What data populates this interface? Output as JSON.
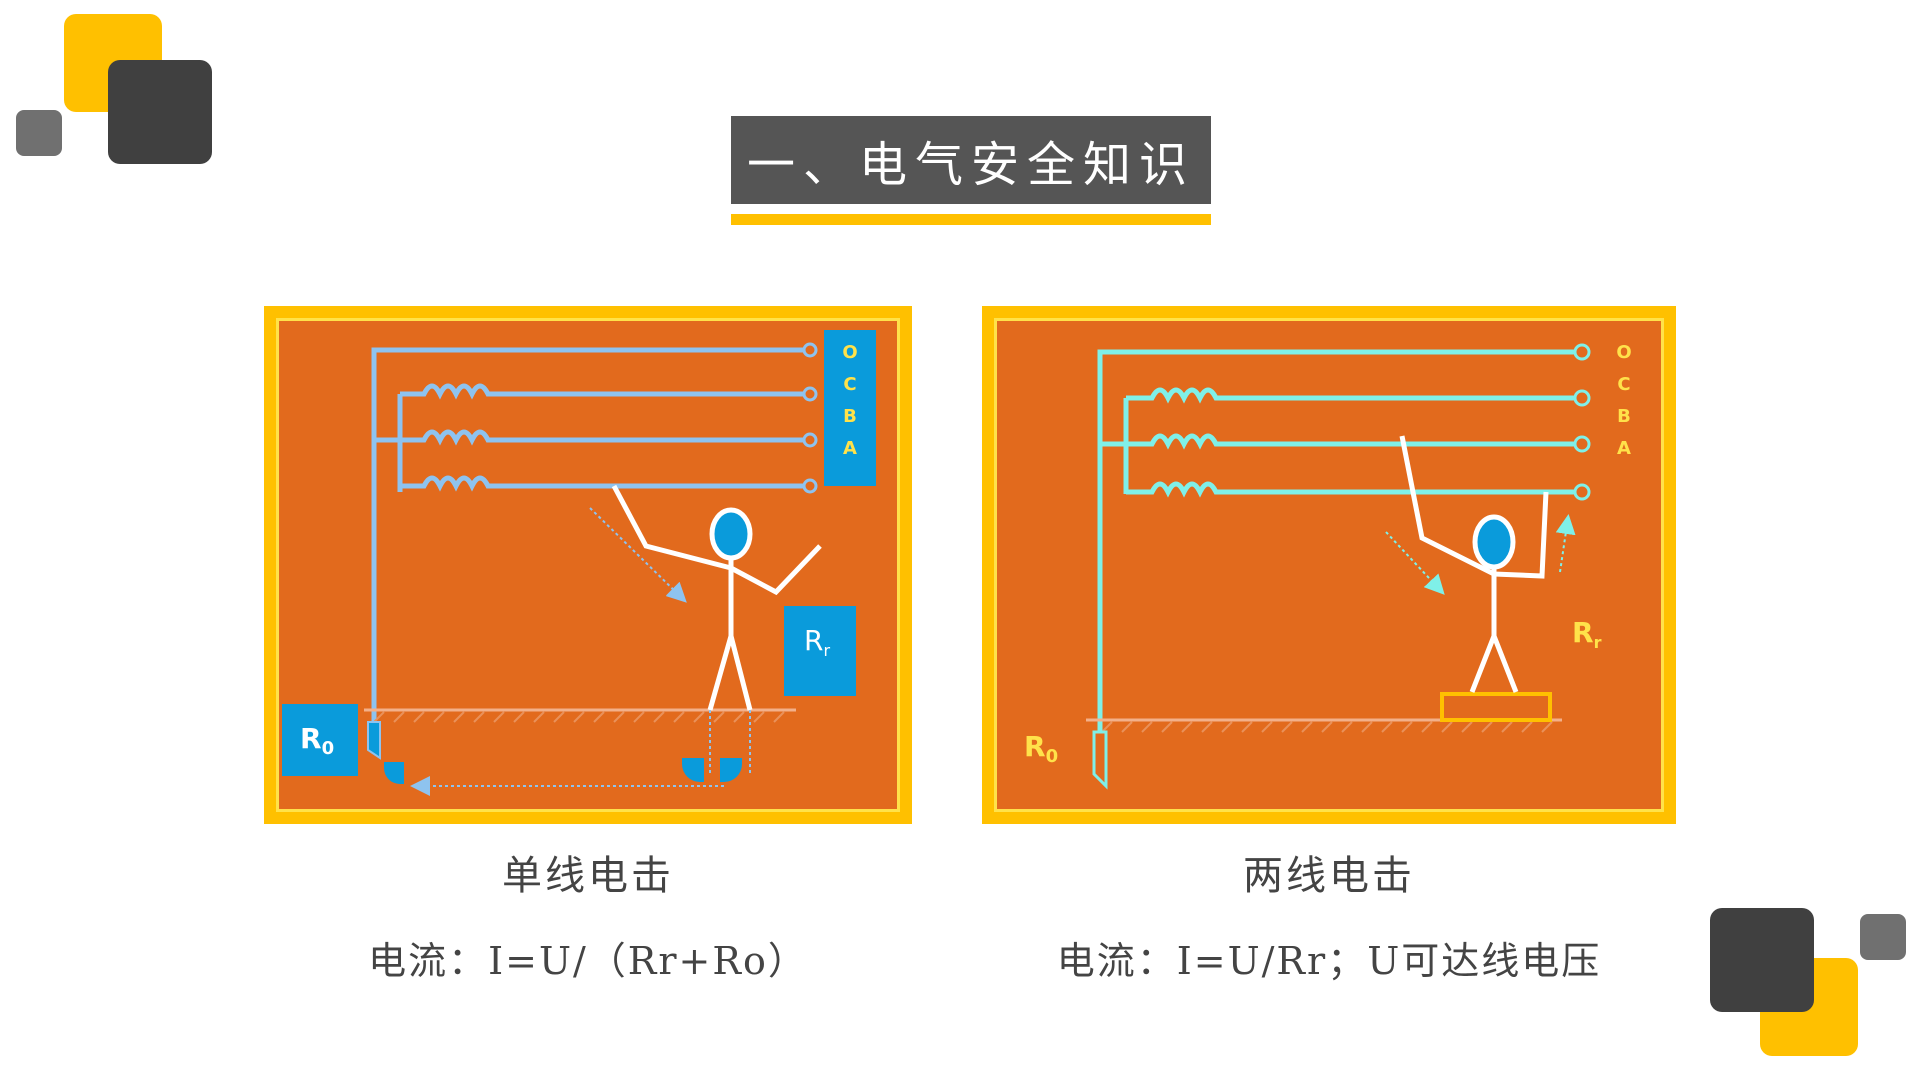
{
  "slide": {
    "title": "一、电气安全知识"
  },
  "colors": {
    "accent_yellow": "#FFC000",
    "dark_gray": "#404040",
    "title_bg": "#555555",
    "panel_orange": "#E26A1D",
    "wire_blue": "#8EC3EF",
    "wire_cyan": "#7FF0E8",
    "box_blue": "#0A9BDB"
  },
  "diagrams": [
    {
      "phase_labels": [
        "O",
        "C",
        "B",
        "A"
      ],
      "body_resistance": {
        "main": "R",
        "sub": "r"
      },
      "ground_resistance": {
        "main": "R",
        "sub": "0"
      },
      "caption": "单线电击",
      "formula": "电流：I=U/（Rr+Ro）"
    },
    {
      "phase_labels": [
        "O",
        "C",
        "B",
        "A"
      ],
      "body_resistance": {
        "main": "R",
        "sub": "r"
      },
      "ground_resistance": {
        "main": "R",
        "sub": "0"
      },
      "caption": "两线电击",
      "formula": "电流：I=U/Rr；U可达线电压"
    }
  ]
}
